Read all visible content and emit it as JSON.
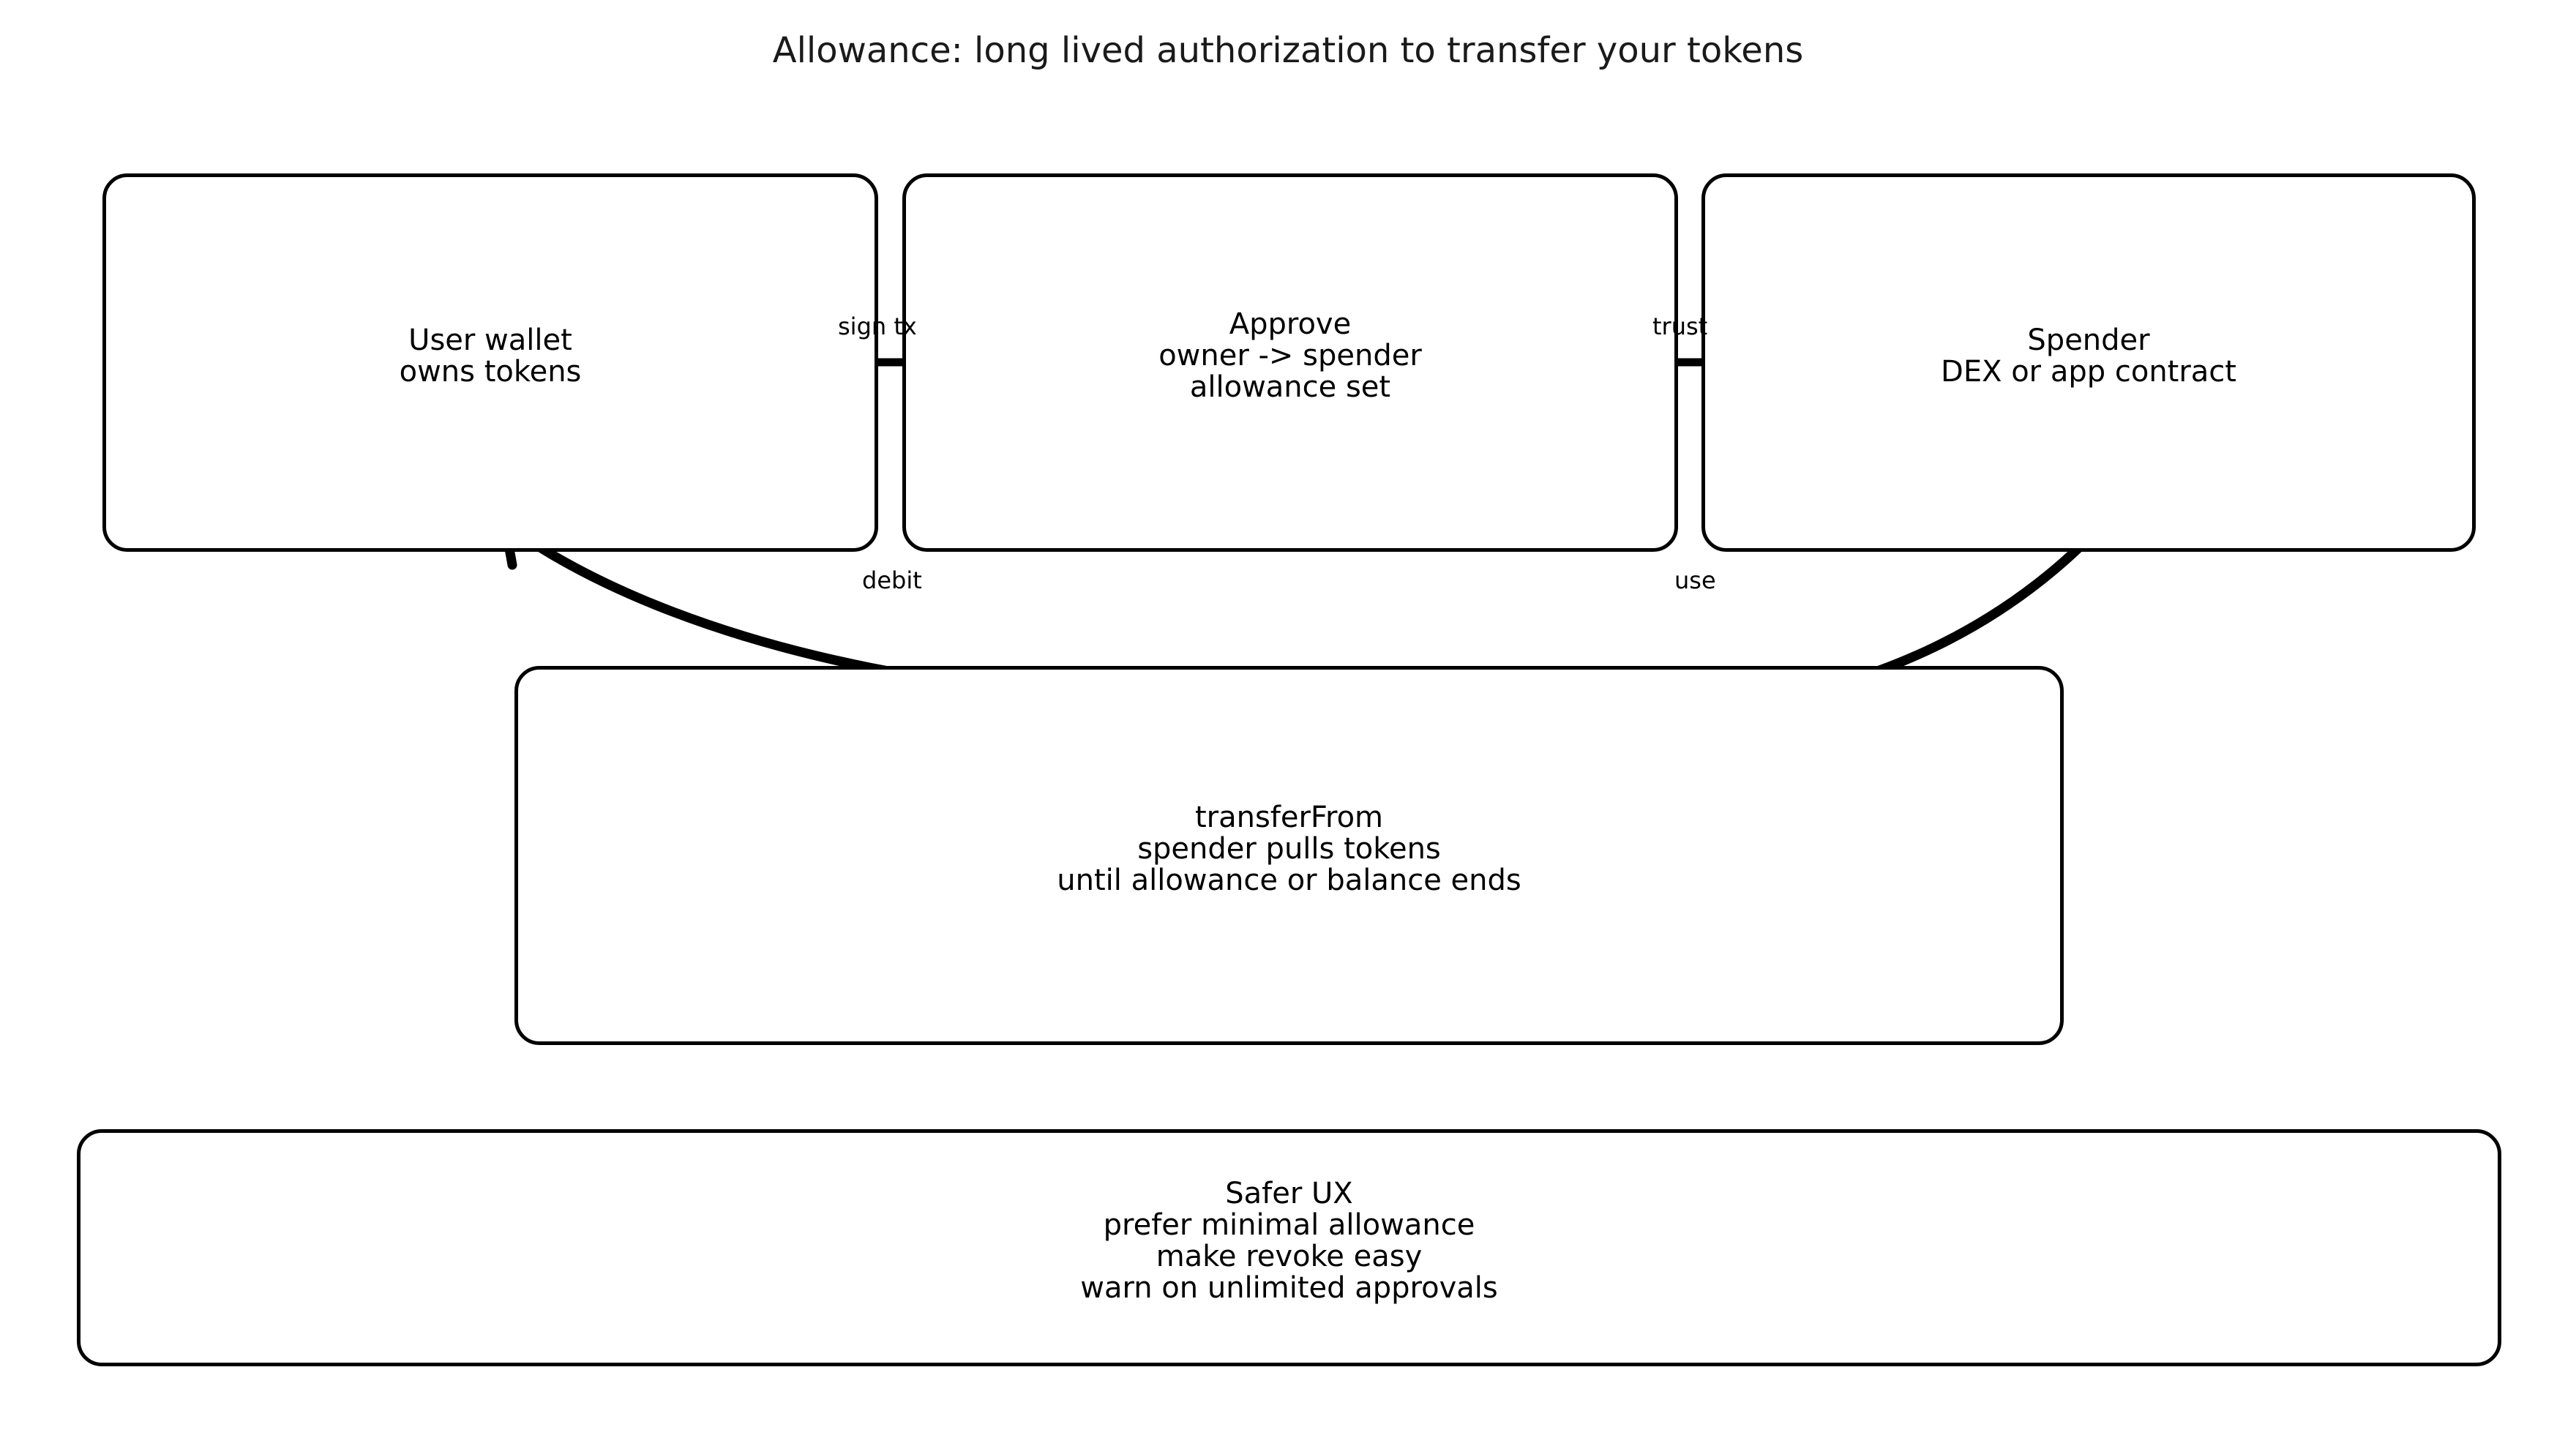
{
  "diagram": {
    "title": "Allowance: long lived authorization to transfer your tokens",
    "type": "flow-diagram",
    "background_color": "#ffffff",
    "stroke_color": "#000000",
    "text_color": "#000000",
    "nodes": [
      {
        "id": "user-wallet",
        "label": "User wallet\nowns tokens",
        "lines": [
          "User wallet",
          "owns tokens"
        ]
      },
      {
        "id": "approve",
        "label": "Approve\nowner -> spender\nallowance set",
        "lines": [
          "Approve",
          "owner -> spender",
          "allowance set"
        ]
      },
      {
        "id": "spender",
        "label": "Spender\nDEX or app contract",
        "lines": [
          "Spender",
          "DEX or app contract"
        ]
      },
      {
        "id": "transferfrom",
        "label": "transferFrom\nspender pulls tokens\nuntil allowance or balance ends",
        "lines": [
          "transferFrom",
          "spender pulls tokens",
          "until allowance or balance ends"
        ]
      },
      {
        "id": "safer-ux",
        "label": "Safer UX\nprefer minimal allowance\nmake revoke easy\nwarn on unlimited approvals",
        "lines": [
          "Safer UX",
          "prefer minimal allowance",
          "make revoke easy",
          "warn on unlimited approvals"
        ]
      }
    ],
    "edges": [
      {
        "id": "sign-tx",
        "label": "sign tx",
        "from": "user-wallet",
        "to": "approve",
        "style": "straight-arrow-right"
      },
      {
        "id": "trust",
        "label": "trust",
        "from": "approve",
        "to": "spender",
        "style": "straight-arrow-right"
      },
      {
        "id": "use",
        "label": "use",
        "from": "spender",
        "to": "transferfrom",
        "style": "curved-arrow-left"
      },
      {
        "id": "debit",
        "label": "debit",
        "from": "transferfrom",
        "to": "user-wallet",
        "style": "curved-arrow-upleft"
      }
    ]
  }
}
